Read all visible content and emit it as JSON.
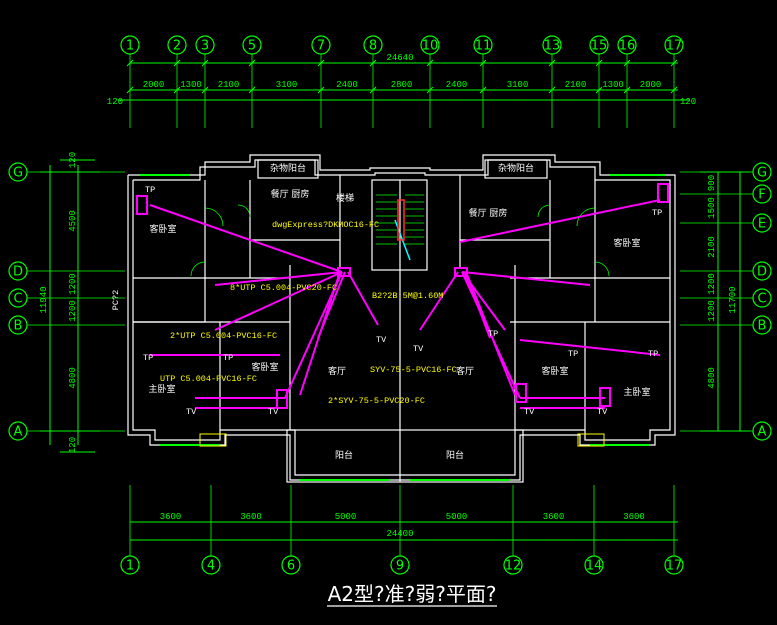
{
  "colors": {
    "background": "#000000",
    "wall": "#ffffff",
    "axis": "#00ff00",
    "dimension": "#00ff00",
    "wiring": "#ff00ff",
    "label": "#ffff00",
    "stair_accent": "#00ffff",
    "column": "#ff3030",
    "room_text": "#ffffff",
    "cabinet": "#ffff00"
  },
  "title": "A2型?准?弱?平面?",
  "axes": {
    "top": [
      "1",
      "2",
      "3",
      "5",
      "7",
      "8",
      "10",
      "11",
      "13",
      "15",
      "16",
      "17"
    ],
    "bottom": [
      "1",
      "4",
      "6",
      "9",
      "12",
      "14",
      "17"
    ],
    "left": [
      "G",
      "D",
      "C",
      "B",
      "A"
    ],
    "right": [
      "G",
      "F",
      "E",
      "D",
      "C",
      "B",
      "A"
    ]
  },
  "dimensions": {
    "top_total": "24640",
    "top_segments": [
      "2000",
      "1300",
      "2100",
      "3100",
      "2400",
      "2800",
      "2400",
      "3100",
      "2100",
      "1300",
      "2000"
    ],
    "top_offset_left": "120",
    "top_offset_right": "120",
    "bottom_segments": [
      "3600",
      "3600",
      "5000",
      "5000",
      "3600",
      "3600"
    ],
    "bottom_total": "24400",
    "left_total": "11940",
    "left_segments": [
      "120",
      "4500",
      "1200",
      "1200",
      "4800",
      "120"
    ],
    "right_total": "11700",
    "right_segments": [
      "900",
      "1500",
      "2100",
      "1200",
      "1200",
      "4800"
    ]
  },
  "rooms": {
    "balcony_mixed_left": "杂物阳台",
    "balcony_mixed_right": "杂物阳台",
    "dining_kitchen_left": "餐厅 厨房",
    "dining_kitchen_right": "餐厅 厨房",
    "stair": "楼梯",
    "guest_bedroom_left_top": "客卧室",
    "guest_bedroom_right_top": "客卧室",
    "guest_bedroom_left_bottom": "客卧室",
    "guest_bedroom_right_bottom": "客卧室",
    "living_left": "客厅",
    "living_right": "客厅",
    "master_left": "主卧室",
    "master_right": "主卧室",
    "balcony_left": "阳台",
    "balcony_right": "阳台"
  },
  "labels": {
    "dwg_express": "dwgExpress?DKMOC16-FC",
    "utp_pvc20": "8*UTP C5.004-PVC20-FC",
    "sv_label": "B2?2B.5M@1.60M",
    "utp_pvc16_upper": "2*UTP C5.004-PVC16-FC",
    "utp_pvc16_lower": "UTP C5.004-PVC16-FC",
    "syv_pvc16": "SYV-75-5-PVC16-FC",
    "syv_pvc20": "2*SYV-75-5-PVC20-FC",
    "pc2": "PC?2",
    "tp": "TP",
    "tv": "TV"
  }
}
